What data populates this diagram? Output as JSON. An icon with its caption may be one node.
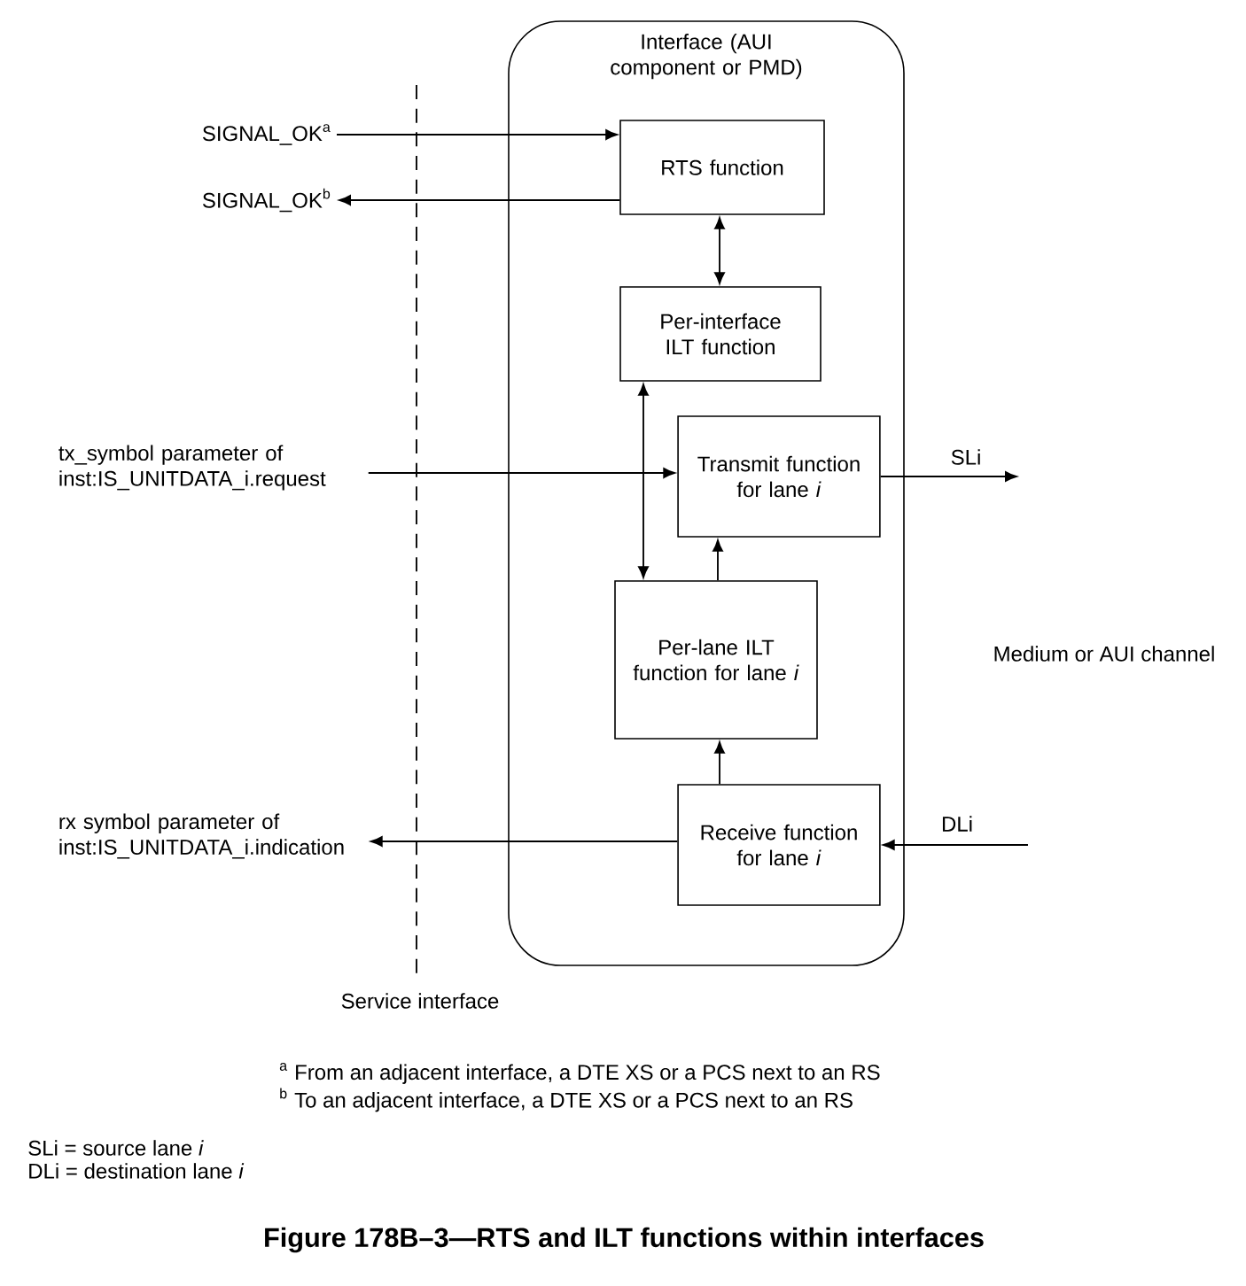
{
  "diagram": {
    "caption": "Figure 178B–3—RTS and ILT functions within interfaces",
    "nodes": [
      {
        "text": [
          "Interface (AUI component or PMD)"
        ]
      },
      {
        "text": [
          "RTS function"
        ],
        "in": 0
      },
      {
        "text": [
          "Per-interface ILT function"
        ],
        "in": 0
      },
      {
        "text": [
          "Transmit function for lane *i*"
        ],
        "in": 0
      },
      {
        "text": [
          "Per-lane ILT function for lane *i*"
        ],
        "in": 0
      },
      {
        "text": [
          "Receive function for lane *i*"
        ],
        "in": 0
      },
      {
        "text": [
          "SIGNAL_OK$^{a}$"
        ]
      },
      {
        "text": [
          "SIGNAL_OK$^{b}$"
        ]
      },
      {
        "text": [
          "tx_symbol parameter of inst:IS_UNITDATA_i.request"
        ]
      },
      {
        "text": [
          "rx symbol parameter of inst:IS_UNITDATA_i.indication"
        ]
      }
    ],
    "edges": [
      {
        "from": 6,
        "to": 1,
        "arrow": "to"
      },
      {
        "from": 1,
        "to": 7,
        "arrow": "to"
      },
      {
        "from": 1,
        "to": 2,
        "arrow": "both"
      },
      {
        "from": 2,
        "to": 4,
        "arrow": "both"
      },
      {
        "from": 8,
        "to": 3,
        "arrow": "to"
      },
      {
        "from": 3,
        "to": null,
        "arrow": "to",
        "label": "SLi"
      },
      {
        "from": 4,
        "to": 3,
        "arrow": "to"
      },
      {
        "from": 5,
        "to": 4,
        "arrow": "to"
      },
      {
        "from": null,
        "to": 5,
        "arrow": "to",
        "label": "DLi"
      },
      {
        "from": 5,
        "to": 9,
        "arrow": "to"
      }
    ],
    "labels": [
      "Service interface",
      "Medium or AUI channel",
      "$^{a}$ From an adjacent interface, a DTE XS or a PCS next to an RS",
      "$^{b}$ To an adjacent interface, a DTE XS or a PCS next to an RS",
      "SLi = source lane *i*",
      "DLi = destination lane *i*"
    ]
  }
}
